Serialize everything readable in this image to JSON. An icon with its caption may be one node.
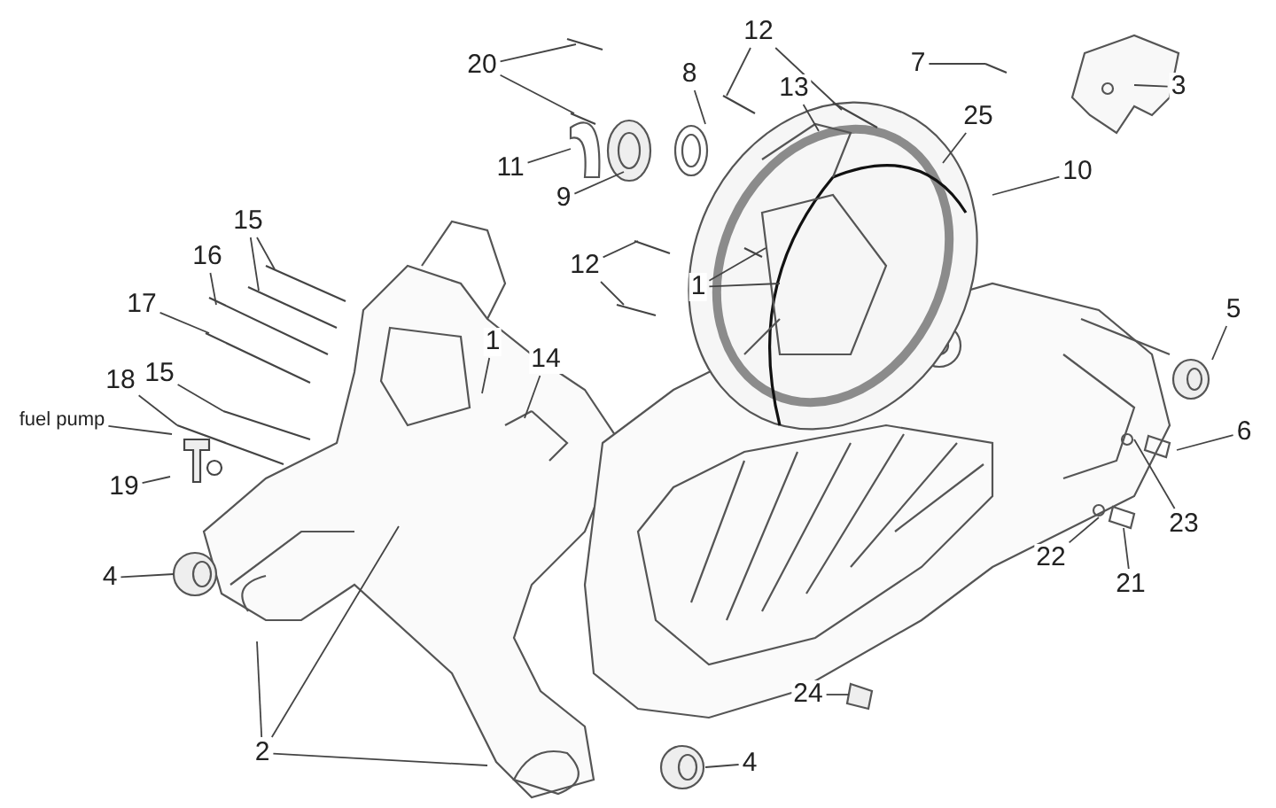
{
  "diagram": {
    "nodes": [
      {
        "text": [
          "12"
        ]
      },
      {
        "text": [
          "20"
        ]
      },
      {
        "text": [
          "7"
        ]
      },
      {
        "text": [
          "8"
        ]
      },
      {
        "text": [
          "13"
        ]
      },
      {
        "text": [
          "3"
        ]
      },
      {
        "text": [
          "25"
        ]
      },
      {
        "text": [
          "11"
        ]
      },
      {
        "text": [
          "10"
        ]
      },
      {
        "text": [
          "9"
        ]
      },
      {
        "text": [
          "15"
        ]
      },
      {
        "text": [
          "16"
        ]
      },
      {
        "text": [
          "12"
        ]
      },
      {
        "text": [
          "1"
        ]
      },
      {
        "text": [
          "17"
        ]
      },
      {
        "text": [
          "5"
        ]
      },
      {
        "text": [
          "1"
        ]
      },
      {
        "text": [
          "14"
        ]
      },
      {
        "text": [
          "15"
        ]
      },
      {
        "text": [
          "18"
        ]
      },
      {
        "text": [
          "fuel pump"
        ]
      },
      {
        "text": [
          "6"
        ]
      },
      {
        "text": [
          "19"
        ]
      },
      {
        "text": [
          "23"
        ]
      },
      {
        "text": [
          "22"
        ]
      },
      {
        "text": [
          "4"
        ]
      },
      {
        "text": [
          "21"
        ]
      },
      {
        "text": [
          "24"
        ]
      },
      {
        "text": [
          "2"
        ]
      },
      {
        "text": [
          "4"
        ]
      }
    ],
    "edges": [
      {
        "from": 0,
        "to": null,
        "arrow": "none"
      },
      {
        "from": 0,
        "to": null,
        "arrow": "none"
      },
      {
        "from": 1,
        "to": null,
        "arrow": "none"
      },
      {
        "from": 1,
        "to": null,
        "arrow": "none"
      },
      {
        "from": 2,
        "to": null,
        "arrow": "none"
      },
      {
        "from": 3,
        "to": null,
        "arrow": "none"
      },
      {
        "from": 4,
        "to": null,
        "arrow": "none"
      },
      {
        "from": 5,
        "to": null,
        "arrow": "none"
      },
      {
        "from": 6,
        "to": null,
        "arrow": "none"
      },
      {
        "from": 7,
        "to": null,
        "arrow": "none"
      },
      {
        "from": 8,
        "to": null,
        "arrow": "none"
      },
      {
        "from": 9,
        "to": null,
        "arrow": "none"
      },
      {
        "from": 10,
        "to": null,
        "arrow": "none"
      },
      {
        "from": 10,
        "to": null,
        "arrow": "none"
      },
      {
        "from": 11,
        "to": null,
        "arrow": "none"
      },
      {
        "from": 12,
        "to": null,
        "arrow": "none"
      },
      {
        "from": 12,
        "to": null,
        "arrow": "none"
      },
      {
        "from": 13,
        "to": null,
        "arrow": "none"
      },
      {
        "from": 13,
        "to": null,
        "arrow": "none"
      },
      {
        "from": 14,
        "to": null,
        "arrow": "none"
      },
      {
        "from": 15,
        "to": null,
        "arrow": "none"
      },
      {
        "from": 16,
        "to": null,
        "arrow": "none"
      },
      {
        "from": 17,
        "to": null,
        "arrow": "none"
      },
      {
        "from": 18,
        "to": null,
        "arrow": "none"
      },
      {
        "from": 19,
        "to": null,
        "arrow": "none"
      },
      {
        "from": 20,
        "to": null,
        "arrow": "none"
      },
      {
        "from": 21,
        "to": null,
        "arrow": "none"
      },
      {
        "from": 22,
        "to": null,
        "arrow": "none"
      },
      {
        "from": 23,
        "to": null,
        "arrow": "none"
      },
      {
        "from": 24,
        "to": null,
        "arrow": "none"
      },
      {
        "from": 25,
        "to": null,
        "arrow": "none"
      },
      {
        "from": 26,
        "to": null,
        "arrow": "none"
      },
      {
        "from": 27,
        "to": null,
        "arrow": "none"
      },
      {
        "from": 28,
        "to": null,
        "arrow": "none"
      },
      {
        "from": 28,
        "to": null,
        "arrow": "none"
      },
      {
        "from": 28,
        "to": null,
        "arrow": "none"
      },
      {
        "from": 29,
        "to": null,
        "arrow": "none"
      }
    ]
  }
}
